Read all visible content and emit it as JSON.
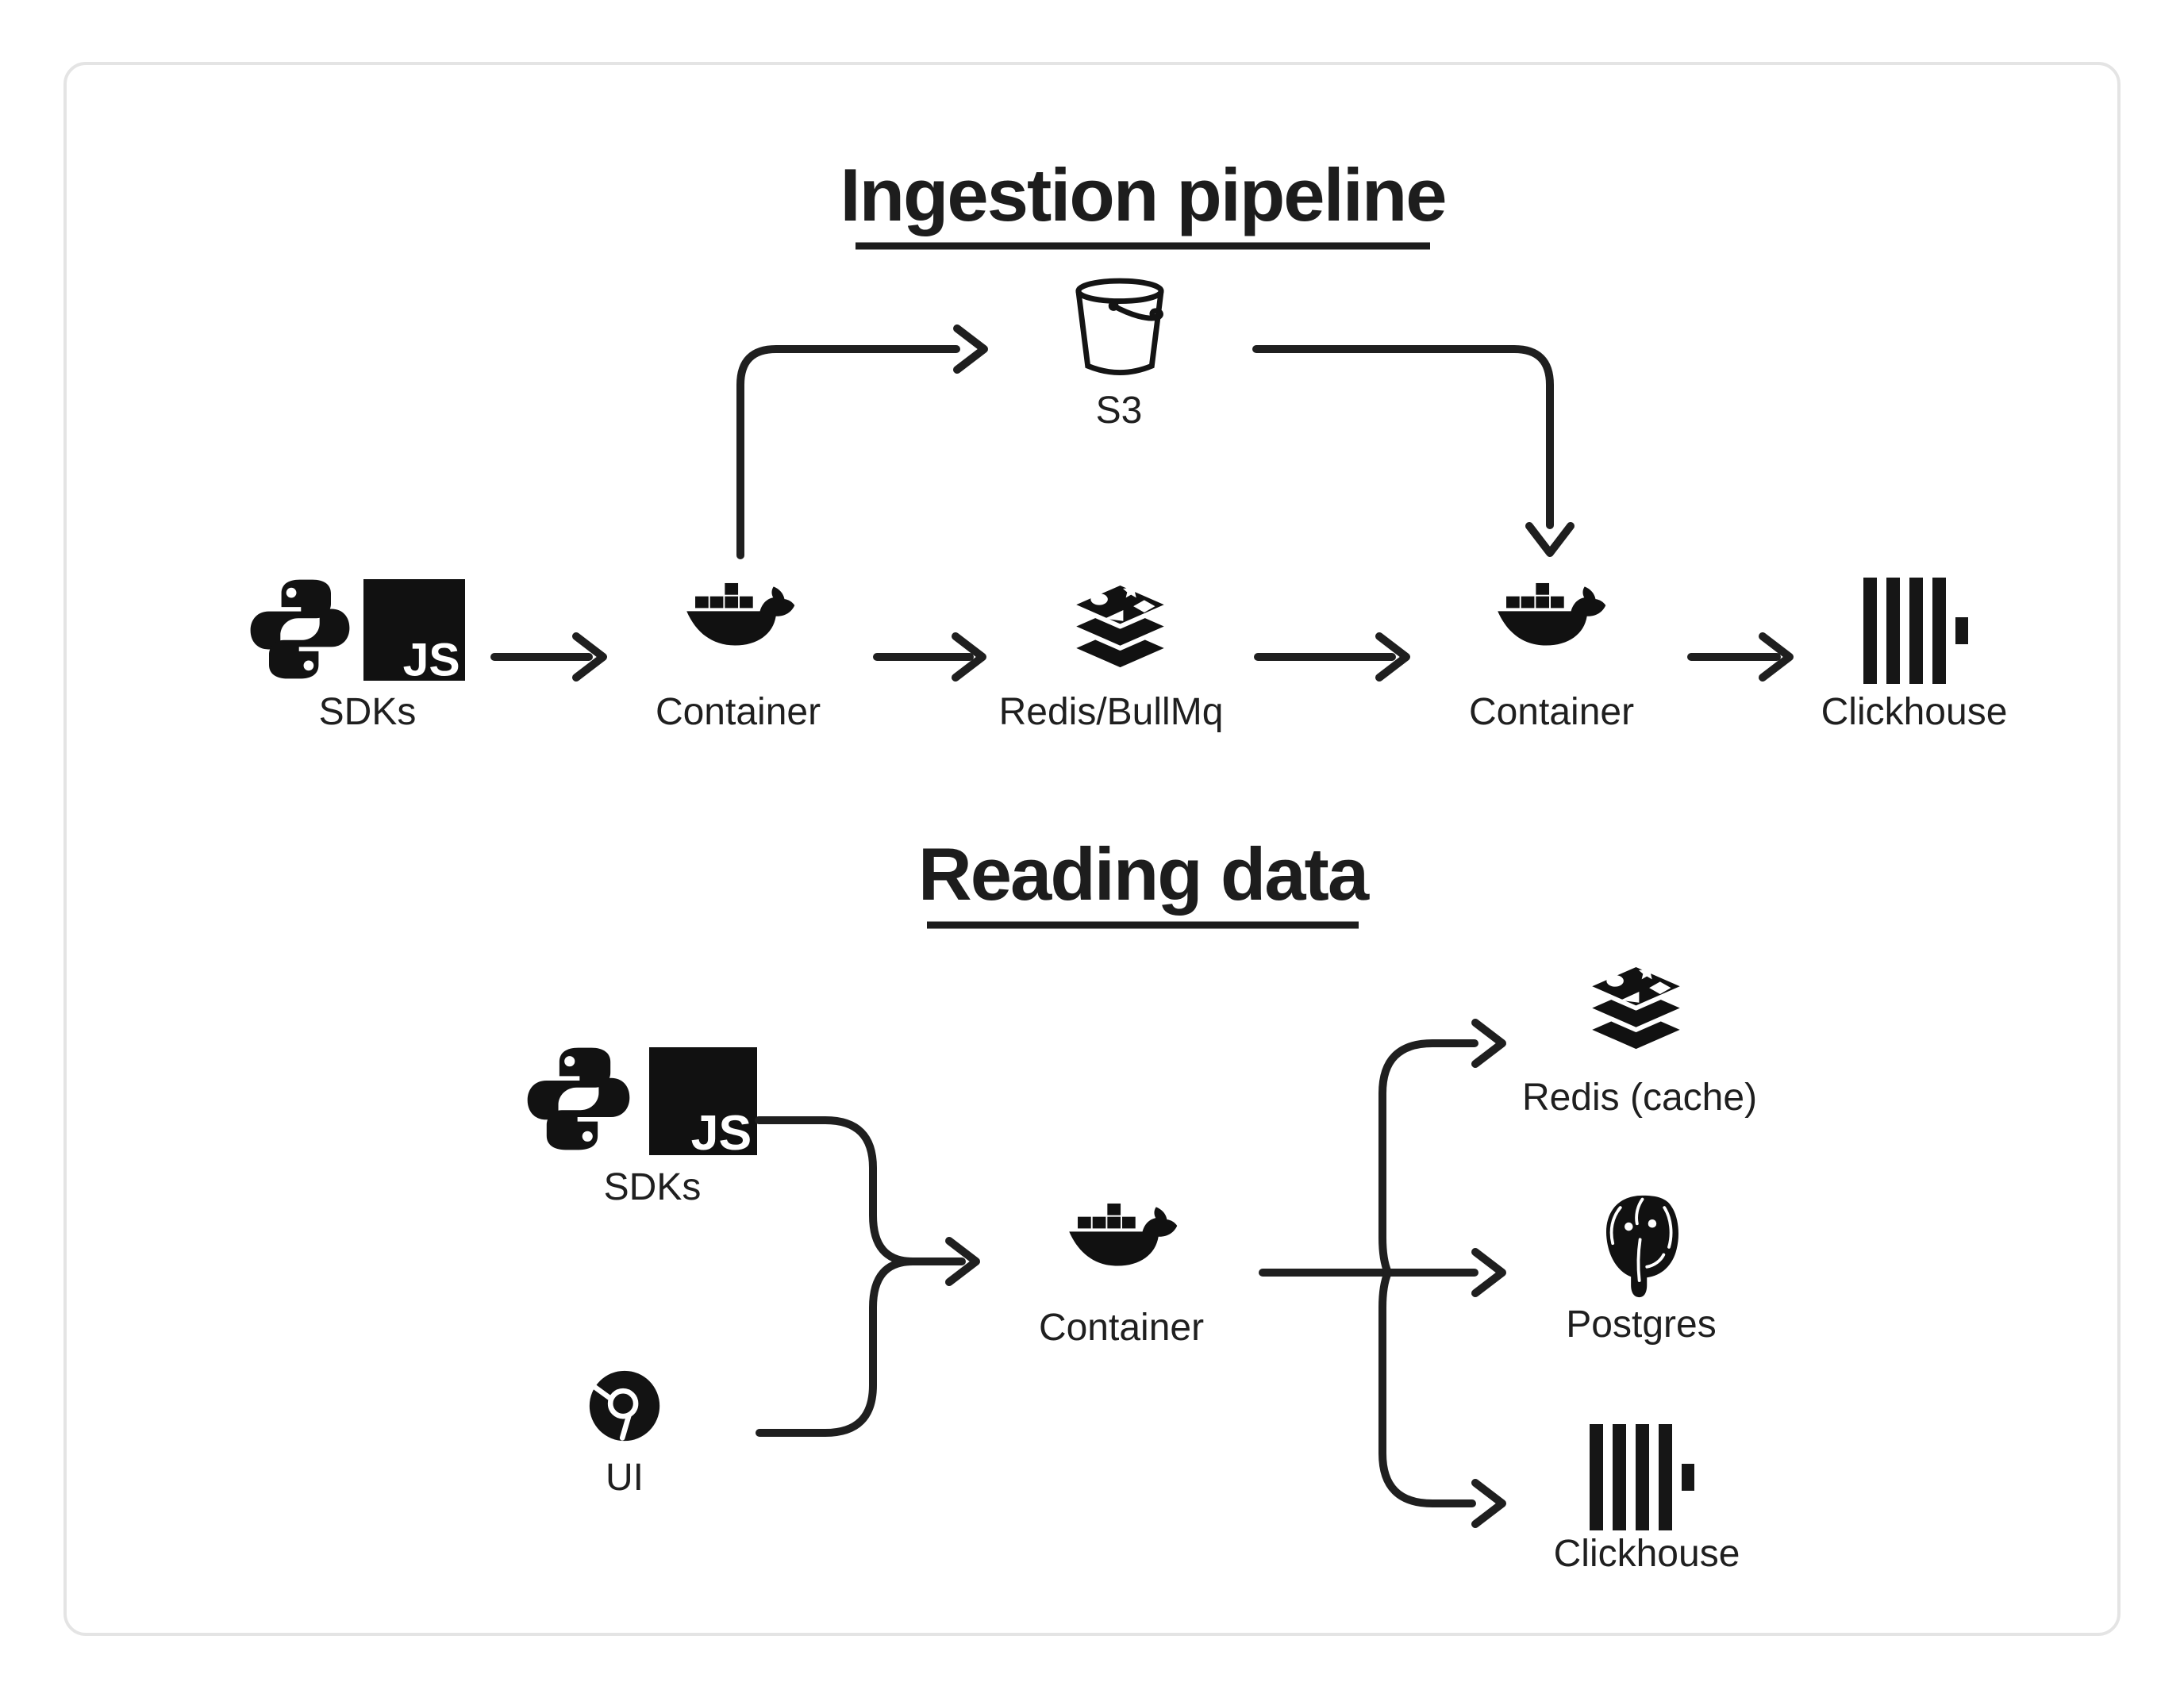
{
  "page": {
    "background": "#ffffff",
    "card_border_color": "#e4e4e4",
    "ink_color": "#1d1d1d"
  },
  "ingestion": {
    "title": "Ingestion pipeline",
    "sdks_label": "SDKs",
    "container1_label": "Container",
    "queue_label": "Redis/BullMq",
    "container2_label": "Container",
    "clickhouse_label": "Clickhouse",
    "s3_label": "S3"
  },
  "reading": {
    "title": "Reading data",
    "sdks_label": "SDKs",
    "ui_label": "UI",
    "container_label": "Container",
    "redis_label": "Redis (cache)",
    "postgres_label": "Postgres",
    "clickhouse_label": "Clickhouse"
  },
  "icons": {
    "js_badge_text": "JS"
  }
}
